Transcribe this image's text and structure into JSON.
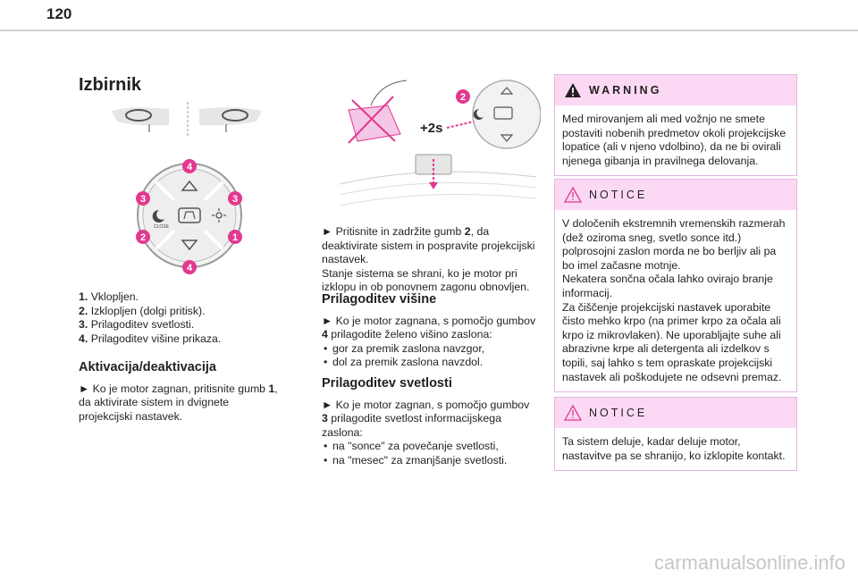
{
  "page_number": "120",
  "section_title": "Izbirnik",
  "legend": [
    {
      "num": "1.",
      "text": "Vklopljen."
    },
    {
      "num": "2.",
      "text": "Izklopljen (dolgi pritisk)."
    },
    {
      "num": "3.",
      "text": "Prilagoditev svetlosti."
    },
    {
      "num": "4.",
      "text": "Prilagoditev višine prikaza."
    }
  ],
  "activation": {
    "title": "Aktivacija/deaktivacija",
    "text_a": "► Ko je motor zagnan, pritisnite gumb ",
    "text_b": "1",
    "text_c": ", da aktivirate sistem in dvignete projekcijski nastavek."
  },
  "deactivation": {
    "text_a": "► Pritisnite in zadržite gumb ",
    "text_b": "2",
    "text_c": ", da deaktivirate sistem in pospravite projekcijski nastavek.",
    "text_d": "Stanje sistema se shrani, ko je motor pri izklopu in ob ponovnem zagonu obnovljen."
  },
  "height": {
    "title": "Prilagoditev višine",
    "text_a": "► Ko je motor zagnana, s pomočjo gumbov ",
    "text_b": "4",
    "text_c": " prilagodite želeno višino zaslona:",
    "bullets": [
      "gor za premik zaslona navzgor,",
      "dol za premik zaslona navzdol."
    ]
  },
  "brightness": {
    "title": "Prilagoditev svetlosti",
    "text_a": "► Ko je motor zagnan, s pomočjo gumbov ",
    "text_b": "3",
    "text_c": " prilagodite svetlost informacijskega zaslona:",
    "bullets": [
      "na \"sonce\" za povečanje svetlosti,",
      "na \"mesec\" za zmanjšanje svetlosti."
    ]
  },
  "warning": {
    "title": "WARNING",
    "text": "Med mirovanjem ali med vožnjo ne smete postaviti nobenih predmetov okoli projekcijske lopatice (ali v njeno vdolbino), da ne bi ovirali njenega gibanja in pravilnega delovanja."
  },
  "notice1": {
    "title": "NOTICE",
    "text_a": "V določenih ekstremnih vremenskih razmerah (dež oziroma sneg, svetlo sonce itd.) polprosojni zaslon morda ne bo berljiv ali pa bo imel začasne motnje.",
    "text_b": "Nekatera sončna očala lahko ovirajo branje informacij.",
    "text_c": "Za čiščenje projekcijski nastavek uporabite čisto mehko krpo (na primer krpo za očala ali krpo iz mikrovlaken). Ne uporabljajte suhe ali abrazivne krpe ali detergenta ali izdelkov s topili, saj lahko s tem opraskate projekcijski nastavek ali poškodujete ne odsevni premaz."
  },
  "notice2": {
    "title": "NOTICE",
    "text": "Ta sistem deluje, kadar deluje motor, nastavitve pa se shranijo, ko izklopite kontakt."
  },
  "figure": {
    "callouts": [
      "1",
      "2",
      "3",
      "4"
    ],
    "close_label": "CLOSE",
    "press_duration": "+2s"
  },
  "colors": {
    "accent": "#e2398f",
    "box_header": "#fbd9f4",
    "warning_triangle": "#231f20",
    "notice_triangle": "#e2398f"
  },
  "footer": "carmanualsonline.info"
}
